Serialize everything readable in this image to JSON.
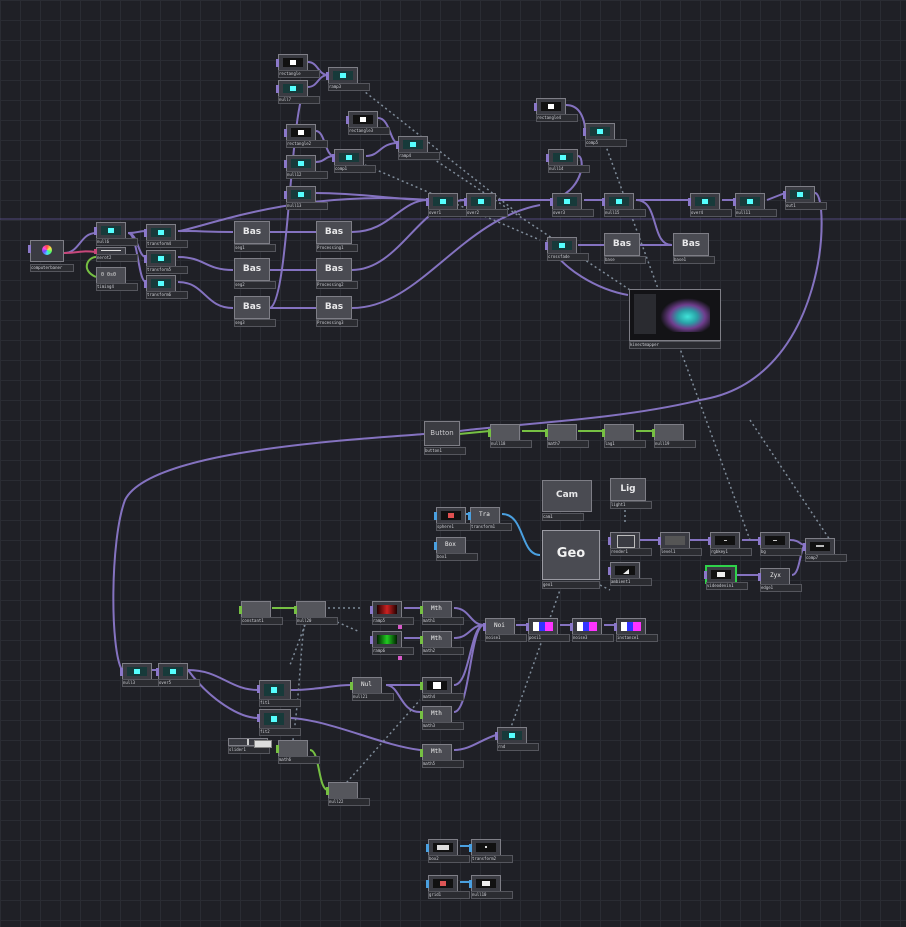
{
  "network": {
    "nodes": [
      {
        "id": "videoin",
        "label": "computerbaner",
        "kind": "top",
        "thumb": "swirl"
      },
      {
        "id": "null6",
        "label": "null6",
        "kind": "top",
        "thumb": "cyan"
      },
      {
        "id": "audio",
        "label": "nerot2",
        "kind": "comp",
        "thumb": "wave"
      },
      {
        "id": "timer",
        "label": "timing4",
        "kind": "top",
        "thumb": "text",
        "thumb_text": "0 0s0"
      },
      {
        "id": "tr1",
        "label": "transform4",
        "kind": "top",
        "thumb": "cyan"
      },
      {
        "id": "tr2",
        "label": "transform5",
        "kind": "top",
        "thumb": "cyan"
      },
      {
        "id": "tr3",
        "label": "transform6",
        "kind": "top",
        "thumb": "cyan"
      },
      {
        "id": "rect1",
        "label": "rectangle",
        "kind": "top",
        "thumb": "white"
      },
      {
        "id": "null7",
        "label": "null7",
        "kind": "top",
        "thumb": "cyan"
      },
      {
        "id": "ramp3",
        "label": "ramp3",
        "kind": "top",
        "thumb": "cyan"
      },
      {
        "id": "rect2",
        "label": "rectangle2",
        "kind": "top",
        "thumb": "white"
      },
      {
        "id": "rect3",
        "label": "rectangle3",
        "kind": "top",
        "thumb": "white"
      },
      {
        "id": "null12",
        "label": "null12",
        "kind": "top",
        "thumb": "cyan"
      },
      {
        "id": "comp1",
        "label": "comp1",
        "kind": "top",
        "thumb": "cyan"
      },
      {
        "id": "ramp4",
        "label": "ramp4",
        "kind": "top",
        "thumb": "cyan"
      },
      {
        "id": "null13",
        "label": "null13",
        "kind": "top",
        "thumb": "cyan"
      },
      {
        "id": "over1",
        "label": "over1",
        "kind": "top",
        "thumb": "cyan"
      },
      {
        "id": "over2",
        "label": "over2",
        "kind": "top",
        "thumb": "cyan"
      },
      {
        "id": "seg1",
        "label": "seg1",
        "kind": "big",
        "title": "Bas"
      },
      {
        "id": "seg2",
        "label": "seg2",
        "kind": "big",
        "title": "Bas"
      },
      {
        "id": "seg3",
        "label": "seg3",
        "kind": "big",
        "title": "Bas"
      },
      {
        "id": "proc1",
        "label": "Processing1",
        "kind": "big",
        "title": "Bas"
      },
      {
        "id": "proc2",
        "label": "Processing2",
        "kind": "big",
        "title": "Bas"
      },
      {
        "id": "proc3",
        "label": "Processing3",
        "kind": "big",
        "title": "Bas"
      },
      {
        "id": "rect4",
        "label": "rectangle4",
        "kind": "top",
        "thumb": "white"
      },
      {
        "id": "comp5",
        "label": "comp5",
        "kind": "top",
        "thumb": "cyan"
      },
      {
        "id": "null14",
        "label": "null14",
        "kind": "top",
        "thumb": "cyan"
      },
      {
        "id": "over3",
        "label": "over3",
        "kind": "top",
        "thumb": "cyan"
      },
      {
        "id": "null15",
        "label": "null15",
        "kind": "top",
        "thumb": "cyan"
      },
      {
        "id": "over4",
        "label": "over4",
        "kind": "top",
        "thumb": "cyan"
      },
      {
        "id": "null11",
        "label": "null11",
        "kind": "top",
        "thumb": "cyan"
      },
      {
        "id": "out1",
        "label": "out1",
        "kind": "top",
        "thumb": "cyan"
      },
      {
        "id": "crossfade",
        "label": "crossfade",
        "kind": "top",
        "thumb": "cyan"
      },
      {
        "id": "bas4",
        "label": "base",
        "kind": "big",
        "title": "Bas"
      },
      {
        "id": "bas5",
        "label": "base1",
        "kind": "big",
        "title": "Bas"
      },
      {
        "id": "kmap",
        "label": "kinectmapper",
        "kind": "out"
      },
      {
        "id": "button1",
        "label": "button1",
        "kind": "btn",
        "title": "Button"
      },
      {
        "id": "null18",
        "label": "null18",
        "kind": "chop",
        "thumb": "grey"
      },
      {
        "id": "math7",
        "label": "math7",
        "kind": "chop",
        "thumb": "grey"
      },
      {
        "id": "lag1",
        "label": "lag1",
        "kind": "chop",
        "thumb": "grey"
      },
      {
        "id": "null19",
        "label": "null19",
        "kind": "chop",
        "thumb": "grey"
      },
      {
        "id": "cam1",
        "label": "cam1",
        "kind": "big",
        "title": "Cam"
      },
      {
        "id": "light1",
        "label": "light1",
        "kind": "big",
        "title": "Lig"
      },
      {
        "id": "sphere1",
        "label": "sphere1",
        "kind": "sop",
        "thumb": "red"
      },
      {
        "id": "trans1",
        "label": "transform1",
        "kind": "sop",
        "thumb": "text",
        "thumb_text": "Tra"
      },
      {
        "id": "box1",
        "label": "box1",
        "kind": "sop",
        "thumb": "text",
        "thumb_text": "Box"
      },
      {
        "id": "geo1",
        "label": "geo1",
        "kind": "geo",
        "title": "Geo"
      },
      {
        "id": "render1",
        "label": "render1",
        "kind": "top",
        "thumb": "grey"
      },
      {
        "id": "ambient",
        "label": "ambient1",
        "kind": "top",
        "thumb": "white"
      },
      {
        "id": "levels",
        "label": "level1",
        "kind": "top",
        "thumb": "grey"
      },
      {
        "id": "rgbkey",
        "label": "rgbkey1",
        "kind": "top",
        "thumb": "dark"
      },
      {
        "id": "bg",
        "label": "bg",
        "kind": "top",
        "thumb": "dark"
      },
      {
        "id": "comp7",
        "label": "comp7",
        "kind": "top",
        "thumb": "dark"
      },
      {
        "id": "videoin2",
        "label": "videodevin1",
        "kind": "top",
        "thumb": "white",
        "selected": true
      },
      {
        "id": "edge1",
        "label": "edge1",
        "kind": "top",
        "thumb": "text",
        "thumb_text": "Zyx"
      },
      {
        "id": "const",
        "label": "constant1",
        "kind": "chop",
        "thumb": "grey"
      },
      {
        "id": "null20",
        "label": "null20",
        "kind": "chop",
        "thumb": "grey"
      },
      {
        "id": "ramp5",
        "label": "ramp5",
        "kind": "top",
        "thumb": "red"
      },
      {
        "id": "ramp6",
        "label": "ramp6",
        "kind": "top",
        "thumb": "green"
      },
      {
        "id": "math1",
        "label": "math1",
        "kind": "chop",
        "thumb": "text",
        "thumb_text": "Mth"
      },
      {
        "id": "math2",
        "label": "math2",
        "kind": "chop",
        "thumb": "text",
        "thumb_text": "Mth"
      },
      {
        "id": "noise1",
        "label": "noise1",
        "kind": "sop",
        "thumb": "text",
        "thumb_text": "Noi"
      },
      {
        "id": "pos1",
        "label": "posi1",
        "kind": "top",
        "thumb": "rgb"
      },
      {
        "id": "noise3",
        "label": "noise3",
        "kind": "top",
        "thumb": "rgb"
      },
      {
        "id": "instance",
        "label": "instance1",
        "kind": "top",
        "thumb": "rgb"
      },
      {
        "id": "null3",
        "label": "null3",
        "kind": "top",
        "thumb": "cyan"
      },
      {
        "id": "over5",
        "label": "over5",
        "kind": "top",
        "thumb": "cyan"
      },
      {
        "id": "fit1",
        "label": "fit1",
        "kind": "top",
        "thumb": "cyan"
      },
      {
        "id": "fit2",
        "label": "fit2",
        "kind": "top",
        "thumb": "cyan"
      },
      {
        "id": "null21",
        "label": "null21",
        "kind": "chop",
        "thumb": "text",
        "thumb_text": "Nul"
      },
      {
        "id": "math4",
        "label": "math4",
        "kind": "chop",
        "thumb": "white"
      },
      {
        "id": "math3",
        "label": "math3",
        "kind": "chop",
        "thumb": "text",
        "thumb_text": "Mth"
      },
      {
        "id": "math5",
        "label": "math5",
        "kind": "chop",
        "thumb": "text",
        "thumb_text": "Mth"
      },
      {
        "id": "slider1",
        "label": "slider1",
        "kind": "slider"
      },
      {
        "id": "math6",
        "label": "math6",
        "kind": "chop",
        "thumb": "grey"
      },
      {
        "id": "null22",
        "label": "null22",
        "kind": "chop",
        "thumb": "grey"
      },
      {
        "id": "rnd",
        "label": "rnd",
        "kind": "top",
        "thumb": "cyan"
      },
      {
        "id": "box2",
        "label": "box2",
        "kind": "sop",
        "thumb": "white"
      },
      {
        "id": "trans2",
        "label": "transform2",
        "kind": "sop",
        "thumb": "dark"
      },
      {
        "id": "grid1",
        "label": "grid1",
        "kind": "comp",
        "thumb": "red"
      },
      {
        "id": "null10",
        "label": "null10",
        "kind": "sop",
        "thumb": "white"
      }
    ]
  },
  "colors": {
    "background": "#1f2026",
    "grid": "#2a2c33",
    "wire_top": "#8b78c9",
    "wire_chop": "#76c043",
    "wire_sop": "#4aa0e0",
    "wire_comp": "#c7477a",
    "wire_export": "#7f8c9a",
    "selected_border": "#2fd24a"
  }
}
